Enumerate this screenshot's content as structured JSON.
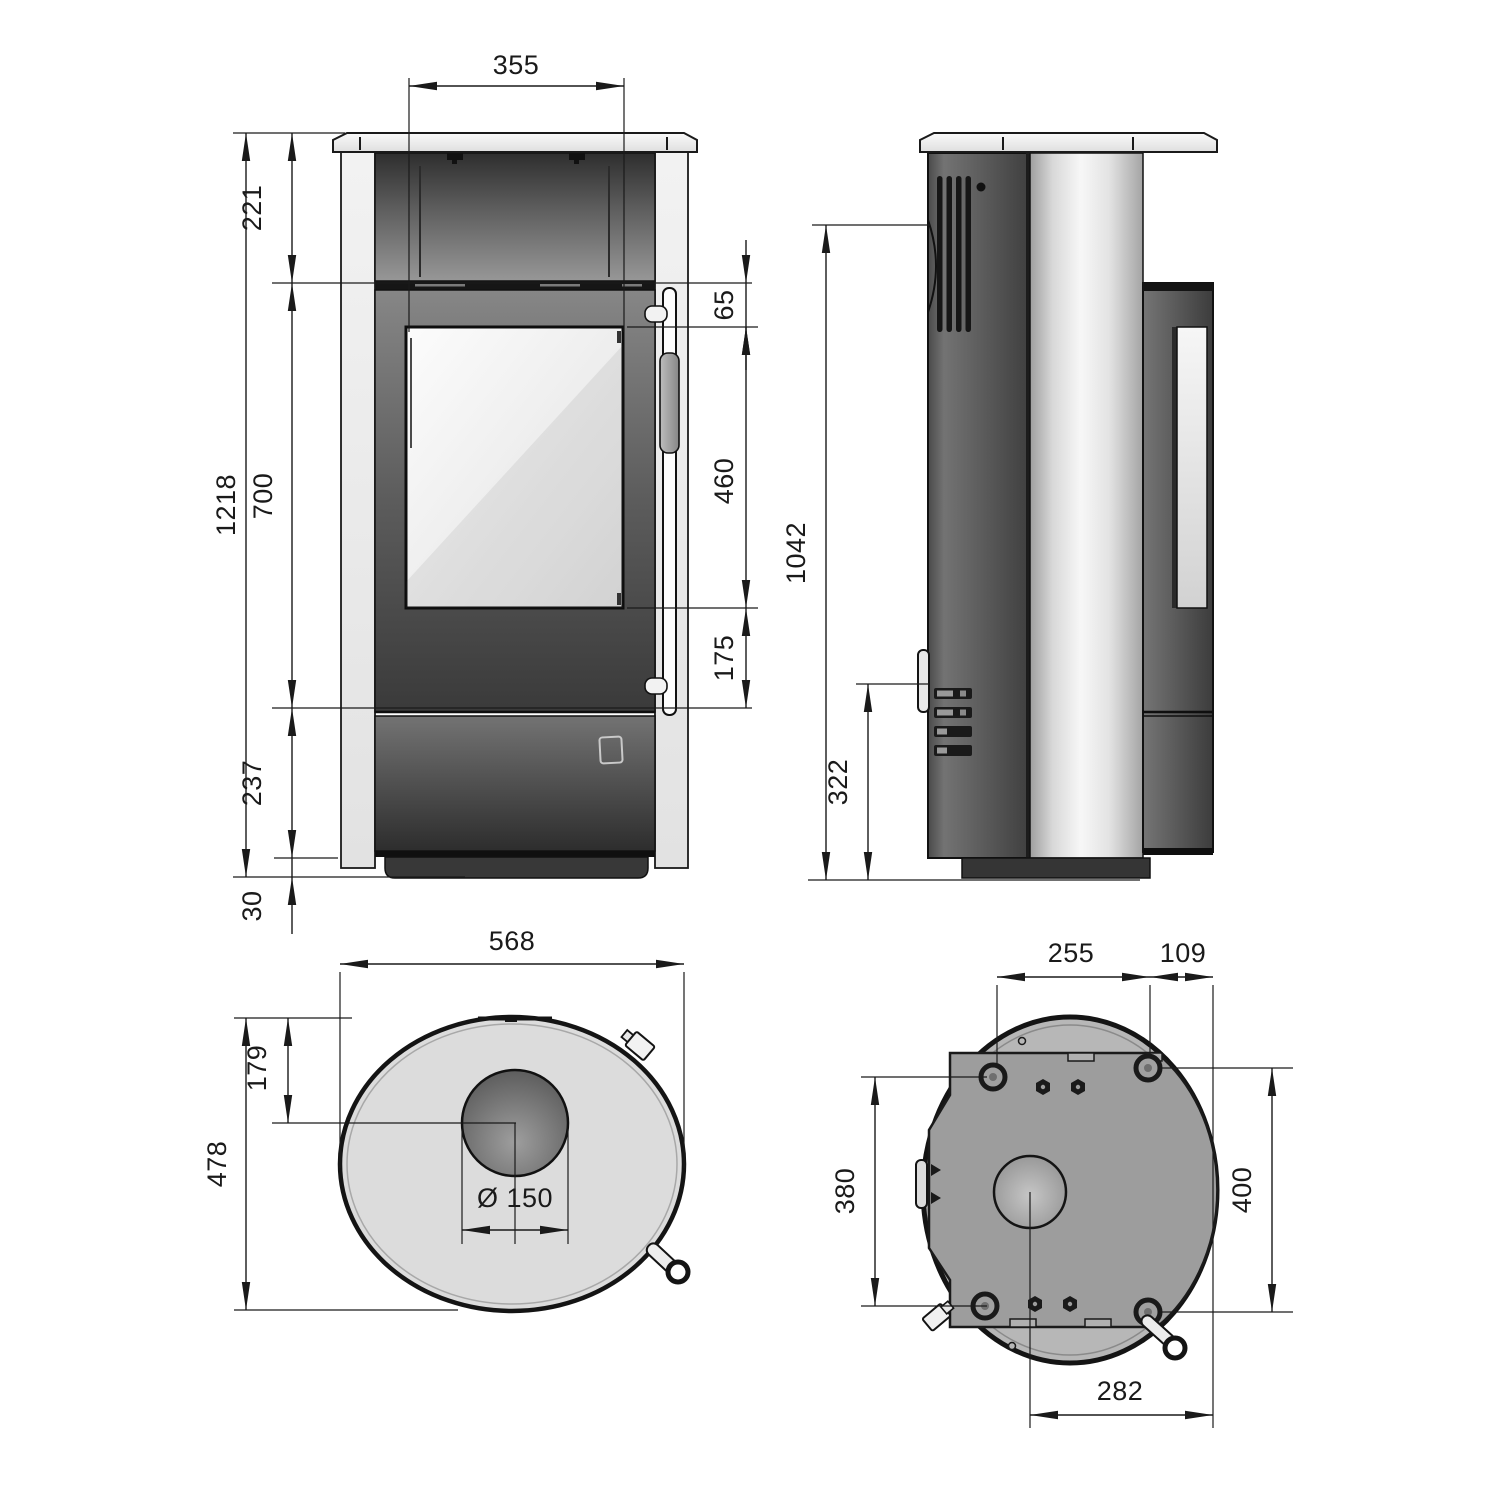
{
  "colors": {
    "line": "#1a1a1a",
    "steel_dark": "#4a4a4a",
    "panel_light": "#ededed",
    "glass_light": "#f2f2f2"
  },
  "views": {
    "front": {
      "label": "front-view",
      "dims": {
        "window_width": "355",
        "top_section_height": "221",
        "overall_height": "1218",
        "middle_section_height": "700",
        "lower_section_height": "237",
        "base_height": "30",
        "glass_top_offset": "65",
        "glass_height": "460",
        "glass_bottom_offset": "175"
      }
    },
    "side": {
      "label": "side-view",
      "dims": {
        "flue_outlet_height": "1042",
        "intake_height": "322"
      }
    },
    "top": {
      "label": "top-view",
      "dims": {
        "width": "568",
        "depth": "478",
        "flue_center_offset": "179",
        "flue_diameter": "Ø 150"
      }
    },
    "bottom": {
      "label": "bottom-view",
      "dims": {
        "top_bolt_spacing": "255",
        "bolt_to_edge": "109",
        "left_bolt_spacing": "380",
        "right_bolt_spacing": "400",
        "center_to_edge": "282"
      }
    }
  }
}
